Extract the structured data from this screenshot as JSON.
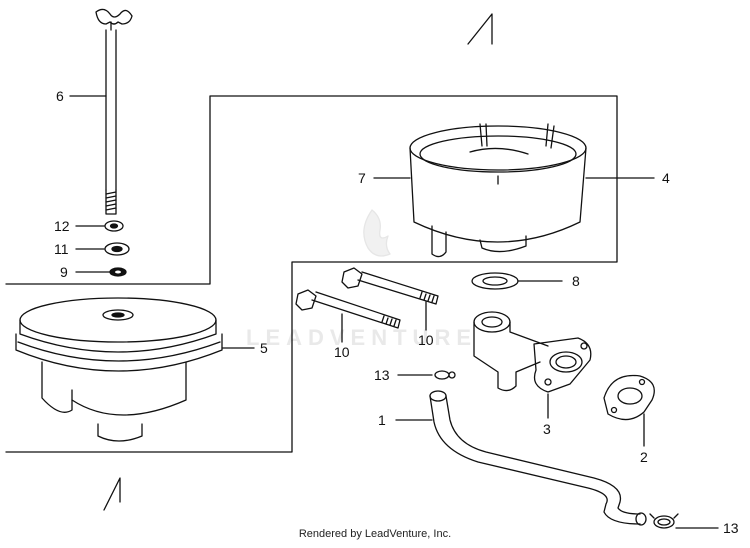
{
  "watermark": "LEADVENTURE",
  "footer": "Rendered by LeadVenture, Inc.",
  "callouts": {
    "c1": "1",
    "c2": "2",
    "c3": "3",
    "c4": "4",
    "c5": "5",
    "c6": "6",
    "c7": "7",
    "c8": "8",
    "c9": "9",
    "c10a": "10",
    "c10b": "10",
    "c11": "11",
    "c12": "12",
    "c13a": "13",
    "c13b": "13"
  }
}
